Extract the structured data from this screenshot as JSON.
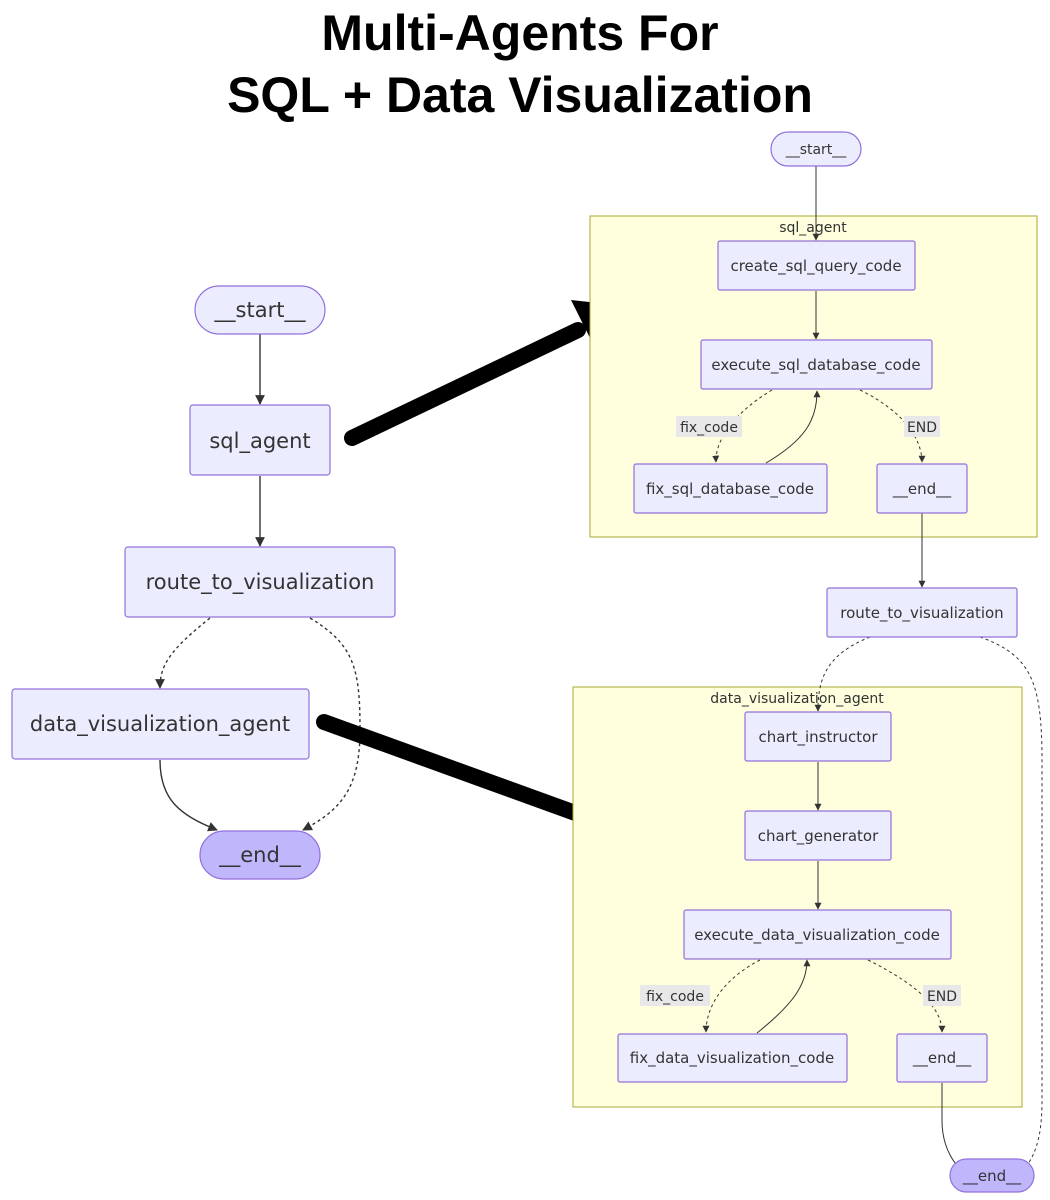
{
  "title": {
    "line1": "Multi-Agents For",
    "line2": "SQL + Data Visualization"
  },
  "overview": {
    "start": "__start__",
    "sql_agent": "sql_agent",
    "route": "route_to_visualization",
    "dv_agent": "data_visualization_agent",
    "end": "__end__"
  },
  "detail": {
    "start": "__start__",
    "sql_cluster": {
      "label": "sql_agent",
      "create": "create_sql_query_code",
      "execute": "execute_sql_database_code",
      "fix": "fix_sql_database_code",
      "end": "__end__",
      "fix_label": "fix_code",
      "end_label": "END"
    },
    "route": "route_to_visualization",
    "dv_cluster": {
      "label": "data_visualization_agent",
      "instructor": "chart_instructor",
      "generator": "chart_generator",
      "execute": "execute_data_visualization_code",
      "fix": "fix_data_visualization_code",
      "end": "__end__",
      "fix_label": "fix_code",
      "end_label": "END"
    },
    "end": "__end__"
  },
  "colors": {
    "node_fill": "#ECECFF",
    "node_stroke": "#9370DB",
    "end_fill": "#BFB6FC",
    "cluster_fill": "#FFFFDE",
    "cluster_stroke": "#AAAA33",
    "edge": "#333333"
  }
}
